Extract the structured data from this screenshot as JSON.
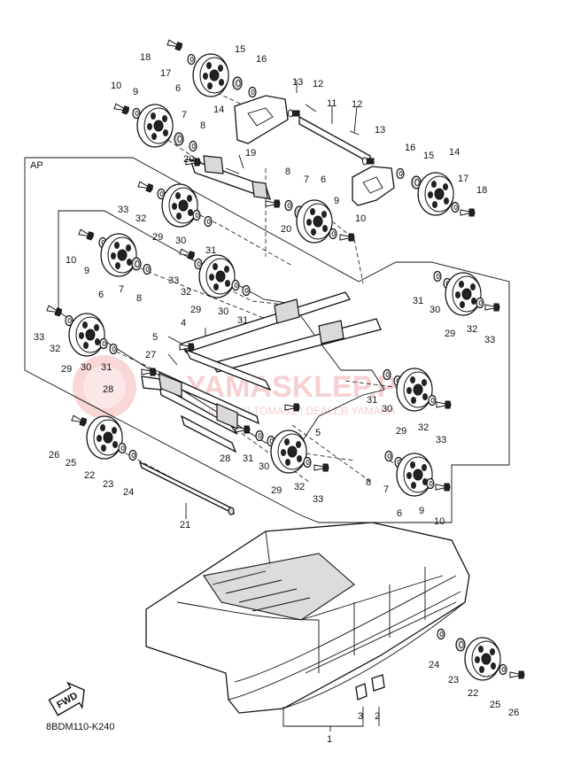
{
  "diagram": {
    "section_label": "AP",
    "code": "8BDM110-K240",
    "fwd_label": "FWD",
    "watermark": {
      "main": "YAMASKLEP.PL",
      "sub": "WUDARSKI TOMASZ | DEALER YAMAHA"
    },
    "callouts": [
      {
        "id": "c18a",
        "text": "18"
      },
      {
        "id": "c17a",
        "text": "17"
      },
      {
        "id": "c15a",
        "text": "15"
      },
      {
        "id": "c16a",
        "text": "16"
      },
      {
        "id": "c10a",
        "text": "10"
      },
      {
        "id": "c9a",
        "text": "9"
      },
      {
        "id": "c6a",
        "text": "6"
      },
      {
        "id": "c14a",
        "text": "14"
      },
      {
        "id": "c13a",
        "text": "13"
      },
      {
        "id": "c12a",
        "text": "12"
      },
      {
        "id": "c11",
        "text": "11"
      },
      {
        "id": "c12b",
        "text": "12"
      },
      {
        "id": "c7a",
        "text": "7"
      },
      {
        "id": "c8a",
        "text": "8"
      },
      {
        "id": "c13b",
        "text": "13"
      },
      {
        "id": "c20a",
        "text": "20"
      },
      {
        "id": "c19",
        "text": "19"
      },
      {
        "id": "c16b",
        "text": "16"
      },
      {
        "id": "c15b",
        "text": "15"
      },
      {
        "id": "c14b",
        "text": "14"
      },
      {
        "id": "c17b",
        "text": "17"
      },
      {
        "id": "c18b",
        "text": "18"
      },
      {
        "id": "c8b",
        "text": "8"
      },
      {
        "id": "c7b",
        "text": "7"
      },
      {
        "id": "c6b",
        "text": "6"
      },
      {
        "id": "c9b",
        "text": "9"
      },
      {
        "id": "c10b",
        "text": "10"
      },
      {
        "id": "c20b",
        "text": "20"
      },
      {
        "id": "c33a",
        "text": "33"
      },
      {
        "id": "c32a",
        "text": "32"
      },
      {
        "id": "c29a",
        "text": "29"
      },
      {
        "id": "c30a",
        "text": "30"
      },
      {
        "id": "c31a",
        "text": "31"
      },
      {
        "id": "c10c",
        "text": "10"
      },
      {
        "id": "c9c",
        "text": "9"
      },
      {
        "id": "c6c",
        "text": "6"
      },
      {
        "id": "c7c",
        "text": "7"
      },
      {
        "id": "c8c",
        "text": "8"
      },
      {
        "id": "c33b",
        "text": "33"
      },
      {
        "id": "c32b",
        "text": "32"
      },
      {
        "id": "c29b",
        "text": "29"
      },
      {
        "id": "c30b",
        "text": "30"
      },
      {
        "id": "c31b",
        "text": "31"
      },
      {
        "id": "c31c",
        "text": "31"
      },
      {
        "id": "c30c",
        "text": "30"
      },
      {
        "id": "c29c",
        "text": "29"
      },
      {
        "id": "c32c",
        "text": "32"
      },
      {
        "id": "c33c",
        "text": "33"
      },
      {
        "id": "c4",
        "text": "4"
      },
      {
        "id": "c5a",
        "text": "5"
      },
      {
        "id": "c33d",
        "text": "33"
      },
      {
        "id": "c32d",
        "text": "32"
      },
      {
        "id": "c29d",
        "text": "29"
      },
      {
        "id": "c30d",
        "text": "30"
      },
      {
        "id": "c31d",
        "text": "31"
      },
      {
        "id": "c27",
        "text": "27"
      },
      {
        "id": "c28a",
        "text": "28"
      },
      {
        "id": "c31e",
        "text": "31"
      },
      {
        "id": "c30e",
        "text": "30"
      },
      {
        "id": "c29e",
        "text": "29"
      },
      {
        "id": "c32e",
        "text": "32"
      },
      {
        "id": "c33e",
        "text": "33"
      },
      {
        "id": "c5b",
        "text": "5"
      },
      {
        "id": "c26a",
        "text": "26"
      },
      {
        "id": "c25a",
        "text": "25"
      },
      {
        "id": "c22a",
        "text": "22"
      },
      {
        "id": "c23a",
        "text": "23"
      },
      {
        "id": "c24a",
        "text": "24"
      },
      {
        "id": "c28b",
        "text": "28"
      },
      {
        "id": "c31f",
        "text": "31"
      },
      {
        "id": "c30f",
        "text": "30"
      },
      {
        "id": "c29f",
        "text": "29"
      },
      {
        "id": "c32f",
        "text": "32"
      },
      {
        "id": "c33f",
        "text": "33"
      },
      {
        "id": "c8d",
        "text": "8"
      },
      {
        "id": "c7d",
        "text": "7"
      },
      {
        "id": "c6d",
        "text": "6"
      },
      {
        "id": "c9d",
        "text": "9"
      },
      {
        "id": "c10d",
        "text": "10"
      },
      {
        "id": "c21",
        "text": "21"
      },
      {
        "id": "c24b",
        "text": "24"
      },
      {
        "id": "c23b",
        "text": "23"
      },
      {
        "id": "c22b",
        "text": "22"
      },
      {
        "id": "c25b",
        "text": "25"
      },
      {
        "id": "c26b",
        "text": "26"
      },
      {
        "id": "c3",
        "text": "3"
      },
      {
        "id": "c2",
        "text": "2"
      },
      {
        "id": "c1",
        "text": "1"
      }
    ]
  }
}
